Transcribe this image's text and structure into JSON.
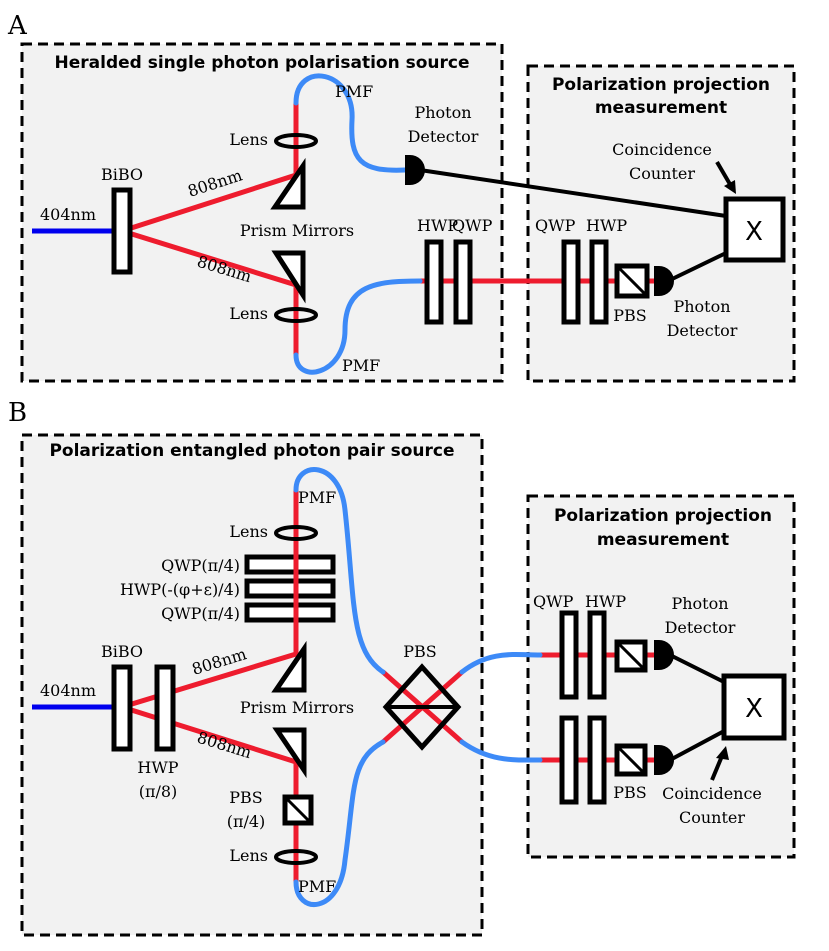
{
  "panels": {
    "a": {
      "letter": "A",
      "source_title": "Heralded single photon polarisation source",
      "meas_title_1": "Polarization projection",
      "meas_title_2": "measurement",
      "pump": "404nm",
      "crystal": "BiBO",
      "beam_upper": "808nm",
      "beam_lower": "808nm",
      "lens_upper": "Lens",
      "lens_lower": "Lens",
      "prism": "Prism Mirrors",
      "pmf_upper": "PMF",
      "pmf_lower": "PMF",
      "det_upper_1": "Photon",
      "det_upper_2": "Detector",
      "counter_1": "Coincidence",
      "counter_2": "Counter",
      "counter_symbol": "X",
      "hwp_source": "HWP",
      "qwp_source": "QWP",
      "qwp_meas": "QWP",
      "hwp_meas": "HWP",
      "pbs": "PBS",
      "det_lower_1": "Photon",
      "det_lower_2": "Detector"
    },
    "b": {
      "letter": "B",
      "source_title": "Polarization entangled photon pair source",
      "meas_title_1": "Polarization projection",
      "meas_title_2": "measurement",
      "pump": "404nm",
      "crystal": "BiBO",
      "hwp_pump_1": "HWP",
      "hwp_pump_2": "(π/8)",
      "beam_upper": "808nm",
      "beam_lower": "808nm",
      "prism": "Prism Mirrors",
      "lens_upper": "Lens",
      "lens_lower": "Lens",
      "qwp1": "QWP(π/4)",
      "hwp": "HWP(-(φ+ε)/4)",
      "qwp2": "QWP(π/4)",
      "pbs_arm_1": "PBS",
      "pbs_arm_2": "(π/4)",
      "pmf_upper": "PMF",
      "pmf_lower": "PMF",
      "pbs_center": "PBS",
      "qwp_meas": "QWP",
      "hwp_meas": "HWP",
      "det_1": "Photon",
      "det_2": "Detector",
      "pbs_meas": "PBS",
      "counter_1": "Coincidence",
      "counter_2": "Counter",
      "counter_symbol": "X"
    }
  },
  "colors": {
    "pump_beam": "#0000ee",
    "photon_beam": "#ee1c2e",
    "fiber": "#3d8af7",
    "panel_fill": "#f2f2f2"
  }
}
